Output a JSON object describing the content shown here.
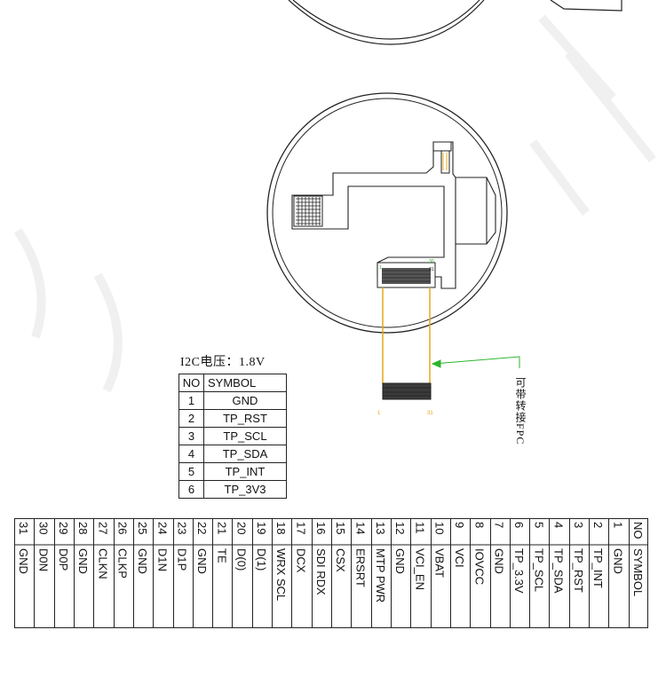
{
  "i2c_label": "I2C电压：1.8V",
  "fpc_note": "可带转接FPC",
  "tp_table": {
    "headers": [
      "NO",
      "SYMBOL"
    ],
    "rows": [
      {
        "no": "1",
        "symbol": "GND"
      },
      {
        "no": "2",
        "symbol": "TP_RST"
      },
      {
        "no": "3",
        "symbol": "TP_SCL"
      },
      {
        "no": "4",
        "symbol": "TP_SDA"
      },
      {
        "no": "5",
        "symbol": "TP_INT"
      },
      {
        "no": "6",
        "symbol": "TP_3V3"
      }
    ]
  },
  "fpc_pin_labels": {
    "top_right": "30",
    "top_right_small": "31",
    "bottom_left": "1",
    "bottom_right": "31"
  },
  "main_pins": {
    "header_no": "NO",
    "header_symbol": "SYMBOL",
    "pins": [
      {
        "no": "1",
        "symbol": "GND"
      },
      {
        "no": "2",
        "symbol": "TP_INT"
      },
      {
        "no": "3",
        "symbol": "TP_RST"
      },
      {
        "no": "4",
        "symbol": "TP_SDA"
      },
      {
        "no": "5",
        "symbol": "TP_SCL"
      },
      {
        "no": "6",
        "symbol": "TP_3.3V"
      },
      {
        "no": "7",
        "symbol": "GND"
      },
      {
        "no": "8",
        "symbol": "IOVCC"
      },
      {
        "no": "9",
        "symbol": "VCI"
      },
      {
        "no": "10",
        "symbol": "VBAT"
      },
      {
        "no": "11",
        "symbol": "VCI_EN"
      },
      {
        "no": "12",
        "symbol": "GND"
      },
      {
        "no": "13",
        "symbol": "MTP PWR"
      },
      {
        "no": "14",
        "symbol": "ERSRT"
      },
      {
        "no": "15",
        "symbol": "CSX"
      },
      {
        "no": "16",
        "symbol": "SDI RDX"
      },
      {
        "no": "17",
        "symbol": "DCX"
      },
      {
        "no": "18",
        "symbol": "WRX SCL"
      },
      {
        "no": "19",
        "symbol": "D(1)"
      },
      {
        "no": "20",
        "symbol": "D(0)"
      },
      {
        "no": "21",
        "symbol": "TE"
      },
      {
        "no": "22",
        "symbol": "GND"
      },
      {
        "no": "23",
        "symbol": "D1P"
      },
      {
        "no": "24",
        "symbol": "D1N"
      },
      {
        "no": "25",
        "symbol": "GND"
      },
      {
        "no": "26",
        "symbol": "CLKP"
      },
      {
        "no": "27",
        "symbol": "CLKN"
      },
      {
        "no": "28",
        "symbol": "GND"
      },
      {
        "no": "29",
        "symbol": "D0P"
      },
      {
        "no": "30",
        "symbol": "D0N"
      },
      {
        "no": "31",
        "symbol": "GND"
      }
    ]
  },
  "colors": {
    "line": "#222222",
    "fpc_trace": "#e8a917",
    "arrow": "#2bb52b"
  }
}
